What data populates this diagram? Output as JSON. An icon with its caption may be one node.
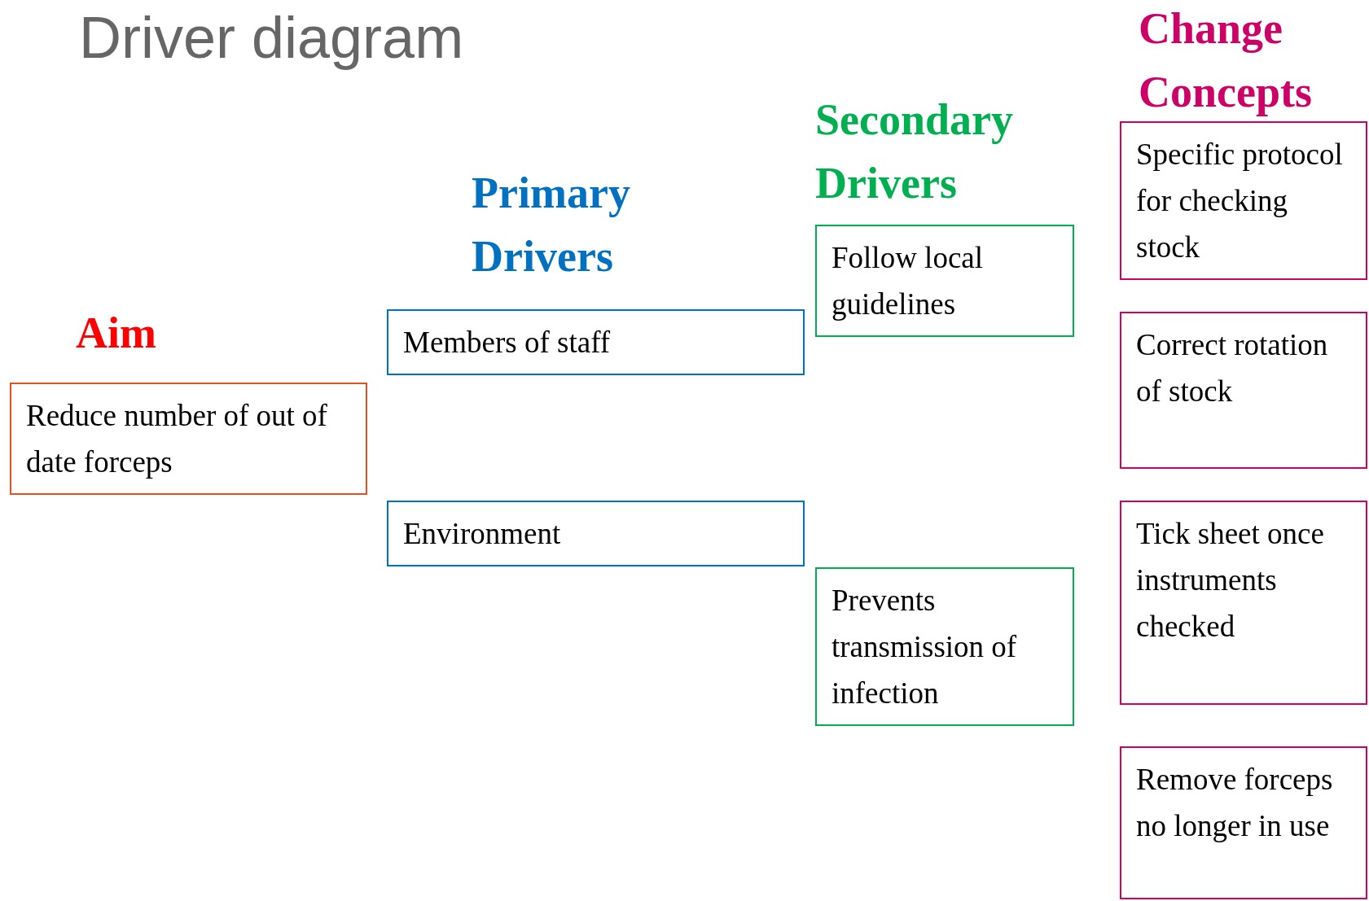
{
  "diagram": {
    "title": "Driver diagram",
    "nodes": [
      {
        "text": [
          "Reduce number of out of date forceps"
        ]
      },
      {
        "text": [
          "Members of staff"
        ]
      },
      {
        "text": [
          "Environment"
        ]
      },
      {
        "text": [
          "Follow local guidelines"
        ]
      },
      {
        "text": [
          "Prevents transmission of infection"
        ]
      },
      {
        "text": [
          "Specific protocol for checking stock"
        ]
      },
      {
        "text": [
          "Correct rotation of stock"
        ]
      },
      {
        "text": [
          "Tick sheet once instruments checked"
        ]
      },
      {
        "text": [
          "Remove forceps no longer in use"
        ]
      }
    ],
    "edges": [],
    "labels": [
      "Change Concepts",
      "Secondary Drivers",
      "Primary Drivers",
      "Aim"
    ]
  }
}
